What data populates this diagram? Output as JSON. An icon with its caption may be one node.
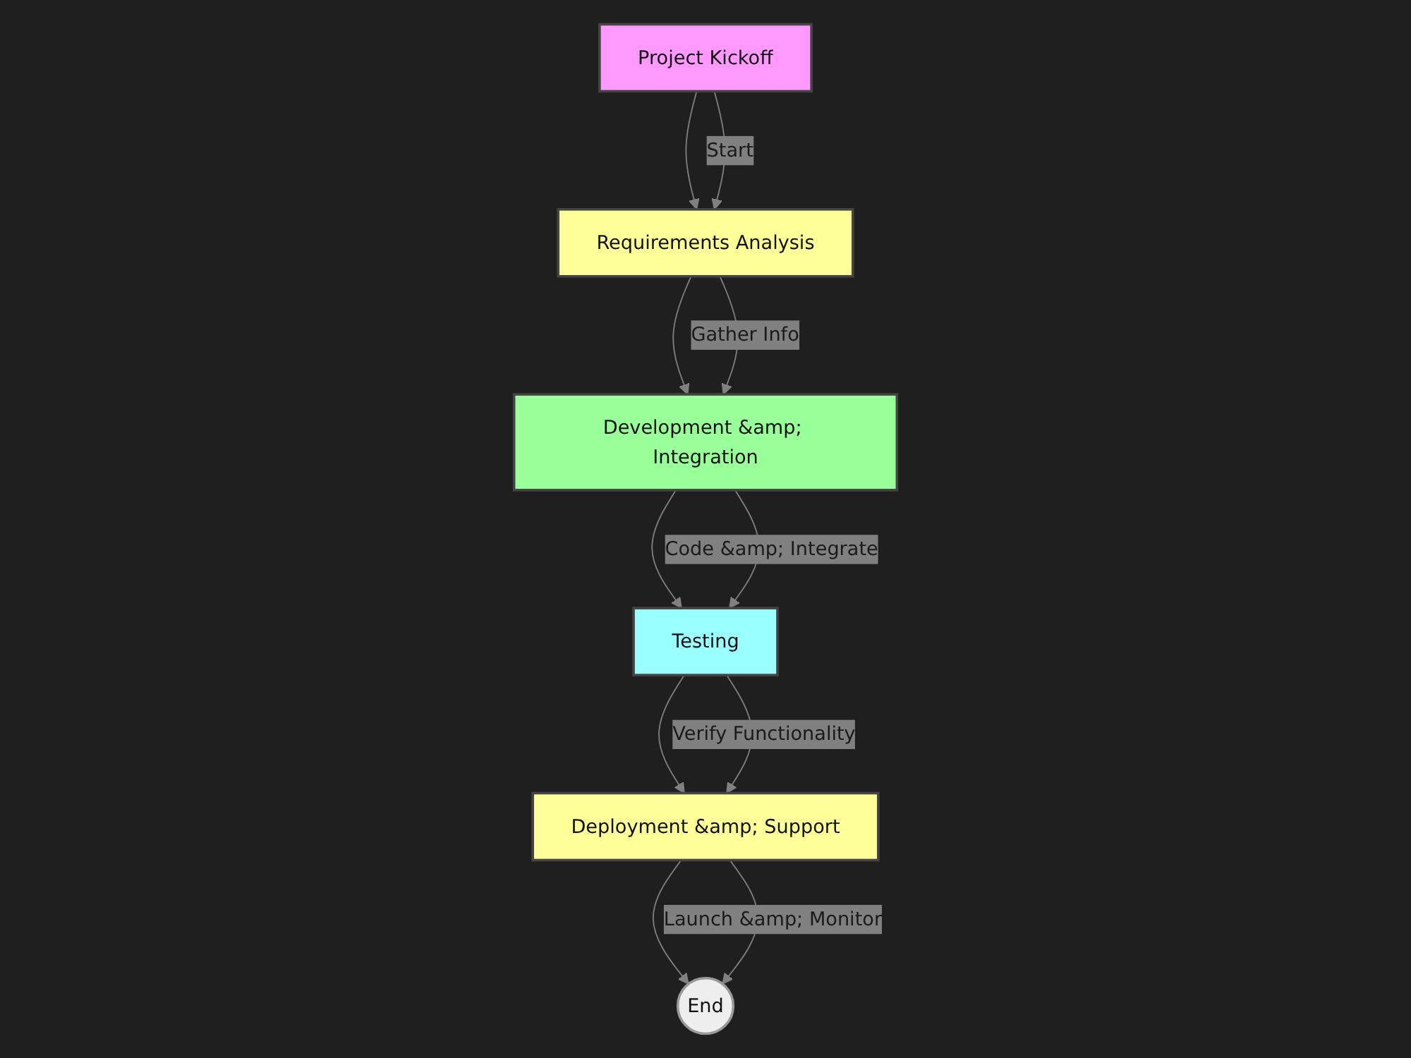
{
  "diagram": {
    "nodes": [
      {
        "text": [
          "Project Kickoff"
        ]
      },
      {
        "text": [
          "Requirements Analysis"
        ]
      },
      {
        "text": [
          "Development &amp; Integration"
        ]
      },
      {
        "text": [
          "Testing"
        ]
      },
      {
        "text": [
          "Deployment &amp; Support"
        ]
      },
      {
        "text": [
          "End"
        ]
      }
    ],
    "edges": [
      {
        "from": 0,
        "to": 1,
        "arrow": "to"
      },
      {
        "from": 0,
        "to": 1,
        "label": "Start",
        "arrow": "to"
      },
      {
        "from": 1,
        "to": 2,
        "arrow": "to"
      },
      {
        "from": 1,
        "to": 2,
        "label": "Gather Info",
        "arrow": "to"
      },
      {
        "from": 2,
        "to": 3,
        "arrow": "to"
      },
      {
        "from": 2,
        "to": 3,
        "label": "Code &amp; Integrate",
        "arrow": "to"
      },
      {
        "from": 3,
        "to": 4,
        "arrow": "to"
      },
      {
        "from": 3,
        "to": 4,
        "label": "Verify Functionality",
        "arrow": "to"
      },
      {
        "from": 4,
        "to": 5,
        "arrow": "to"
      },
      {
        "from": 4,
        "to": 5,
        "label": "Launch &amp; Monitor",
        "arrow": "to"
      }
    ]
  }
}
